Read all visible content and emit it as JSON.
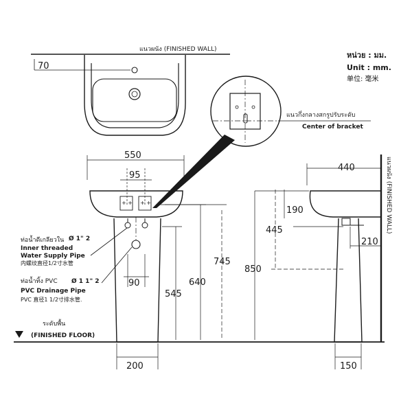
{
  "units": {
    "thai": "หน่วย : มม.",
    "english": "Unit : mm.",
    "chinese": "单位: 毫米"
  },
  "wall_label": "แนวผนัง (FINISHED WALL)",
  "side_wall_label": "แนวผนัง (FINISHED WALL)",
  "bracket": {
    "thai": "แนวกึ่งกลางสกรูปรับระดับ",
    "english": "Center of bracket"
  },
  "supply": {
    "thai": "ท่อน้ำดีเกลียวใน",
    "size": "Ø 1\" 2",
    "english_1": "Inner threaded",
    "english_2": "Water Supply Pipe",
    "chinese": "内螺纹直径1/2寸水管"
  },
  "drain": {
    "thai": "ท่อน้ำทิ้ง PVC",
    "size": "Ø 1 1\" 2",
    "english": "PVC Drainage Pipe",
    "chinese": "PVC 直径1 1/2寸排水管."
  },
  "floor": {
    "thai": "ระดับพื้น",
    "english": "(FINISHED FLOOR)"
  },
  "dims": {
    "top_70": "70",
    "width_550": "550",
    "supply_95": "95",
    "drain_90": "90",
    "pedestal_200": "200",
    "h_545": "545",
    "h_640": "640",
    "h_745": "745",
    "h_850": "850",
    "depth_440": "440",
    "side_190": "190",
    "side_445": "445",
    "side_210": "210",
    "side_150": "150"
  },
  "colors": {
    "line": "#1a1a1a",
    "background": "#ffffff"
  }
}
